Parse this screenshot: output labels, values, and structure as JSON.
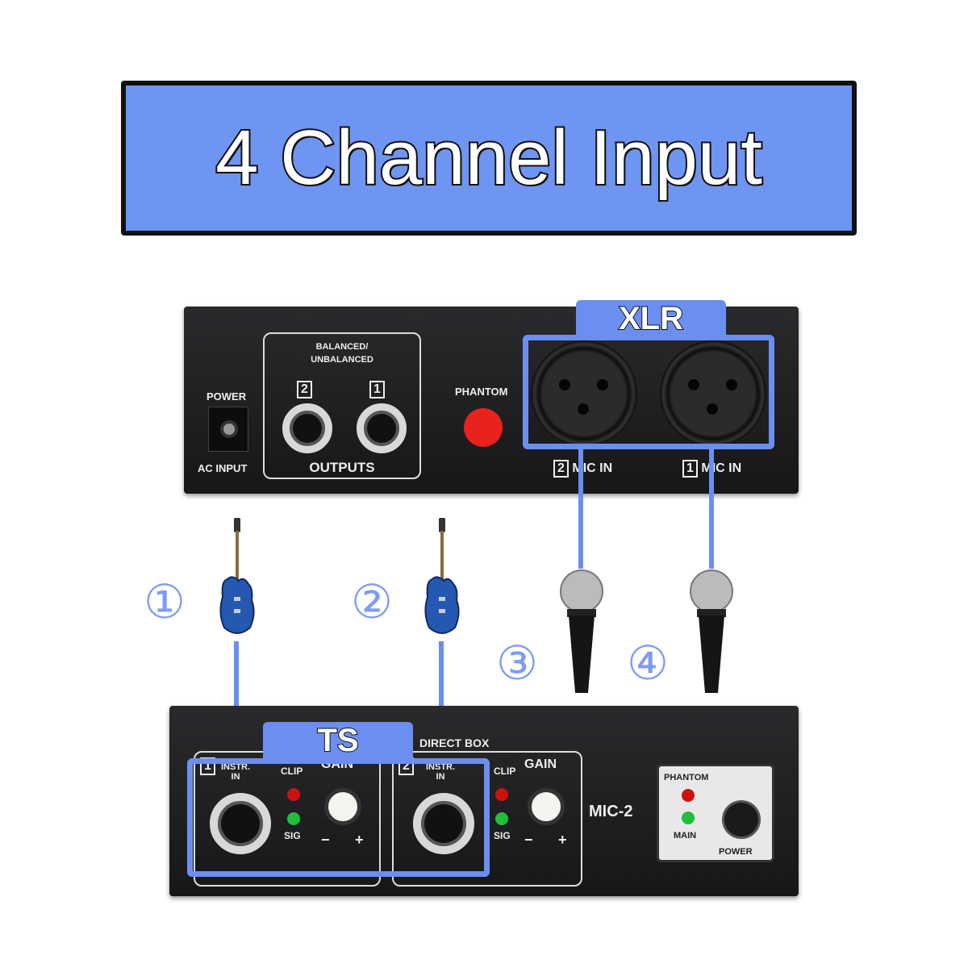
{
  "title": "4 Channel Input",
  "colors": {
    "accent": "#6b8ff0",
    "title_fill": "#6f95f2",
    "panel": "#1c1c1e",
    "phantom_button": "#e8221c",
    "clip_led": "#d01010",
    "sig_led": "#1fbf3a"
  },
  "back_panel": {
    "power_label": "POWER",
    "ac_input_label": "AC INPUT",
    "outputs_heading_1": "BALANCED/",
    "outputs_heading_2": "UNBALANCED",
    "output_2": "2",
    "output_1": "1",
    "outputs_label": "OUTPUTS",
    "phantom_label": "PHANTOM",
    "xlr_tab": "XLR",
    "mic2_num": "2",
    "mic2_label": "MIC IN",
    "mic1_num": "1",
    "mic1_label": "MIC IN"
  },
  "callouts": {
    "c1": "①",
    "c2": "②",
    "c3": "③",
    "c4": "④"
  },
  "icons": {
    "instrument": "electric-guitar-icon",
    "mic": "microphone-icon"
  },
  "front_panel": {
    "ts_tab": "TS",
    "direct_box": "DIRECT BOX",
    "ch1_num": "1",
    "ch2_num": "2",
    "instr_in": "INSTR.\nIN",
    "clip": "CLIP",
    "sig": "SIG",
    "gain": "GAIN",
    "minus": "−",
    "plus": "+",
    "model": "MIC-2",
    "phantom": "PHANTOM",
    "main": "MAIN",
    "power": "POWER"
  }
}
